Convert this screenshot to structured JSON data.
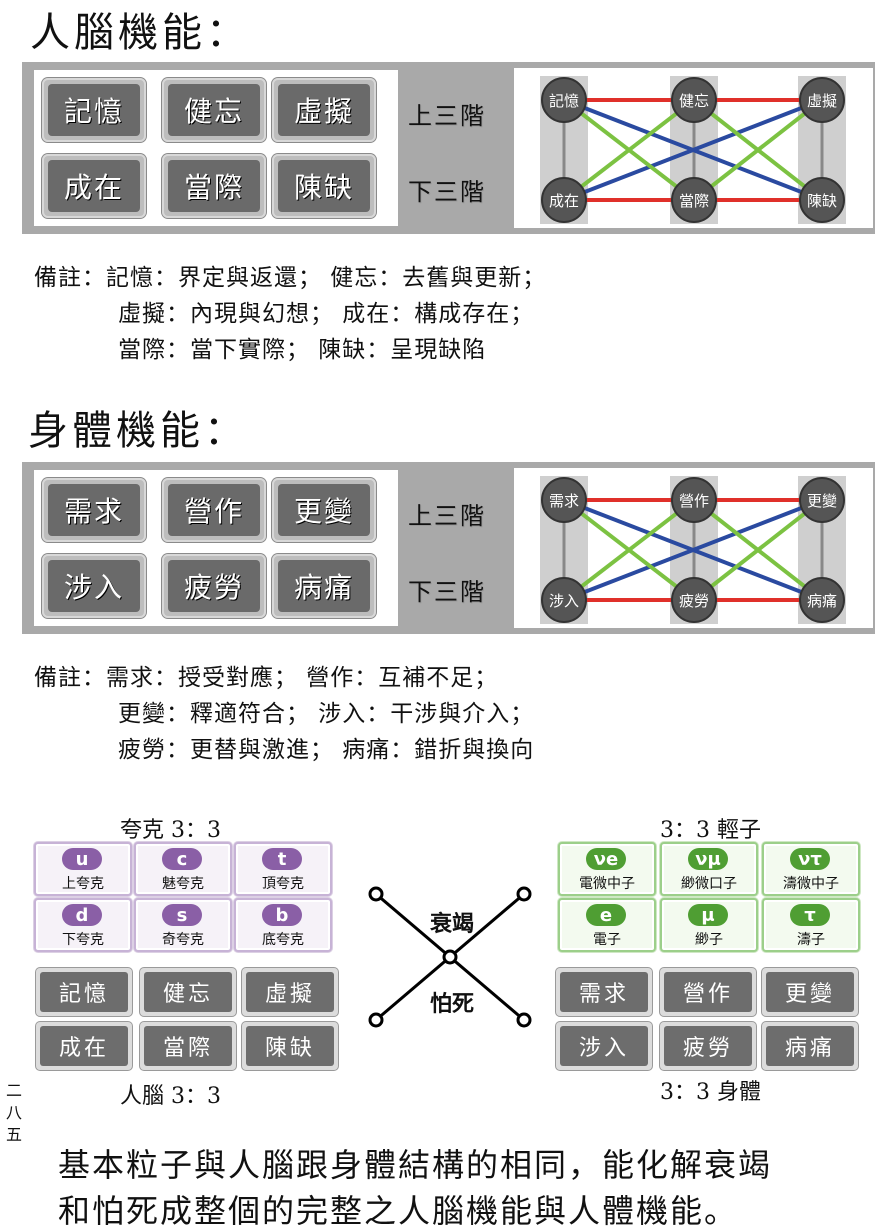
{
  "section1": {
    "heading": "人腦機能：",
    "buttons": [
      "記憶",
      "健忘",
      "虛擬",
      "成在",
      "當際",
      "陳缺"
    ],
    "upper_tier": "上三階",
    "lower_tier": "下三階",
    "diagram_nodes": [
      "記憶",
      "健忘",
      "虛擬",
      "成在",
      "當際",
      "陳缺"
    ],
    "notes": [
      "備註：記憶：界定與返還； 健忘：去舊與更新；",
      "虛擬：內現與幻想； 成在：構成存在；",
      "當際：當下實際； 陳缺：呈現缺陷"
    ]
  },
  "section2": {
    "heading": "身體機能：",
    "buttons": [
      "需求",
      "營作",
      "更變",
      "涉入",
      "疲勞",
      "病痛"
    ],
    "upper_tier": "上三階",
    "lower_tier": "下三階",
    "diagram_nodes": [
      "需求",
      "營作",
      "更變",
      "涉入",
      "疲勞",
      "病痛"
    ],
    "notes": [
      "備註：需求：授受對應； 營作：互補不足；",
      "更變：釋適符合； 涉入：干涉與介入；",
      "疲勞：更替與激進； 病痛：錯折與換向"
    ]
  },
  "section3": {
    "quark_caption": "夸克 3：3",
    "lepton_caption": "3：3 輕子",
    "brain_caption": "人腦 3：3",
    "body_caption": "3：3 身體",
    "quarks": [
      {
        "symbol": "u",
        "name": "上夸克"
      },
      {
        "symbol": "c",
        "name": "魅夸克"
      },
      {
        "symbol": "t",
        "name": "頂夸克"
      },
      {
        "symbol": "d",
        "name": "下夸克"
      },
      {
        "symbol": "s",
        "name": "奇夸克"
      },
      {
        "symbol": "b",
        "name": "底夸克"
      }
    ],
    "leptons": [
      {
        "symbol": "νe",
        "name": "電微中子"
      },
      {
        "symbol": "νμ",
        "name": "緲微口子"
      },
      {
        "symbol": "ντ",
        "name": "濤微中子"
      },
      {
        "symbol": "e",
        "name": "電子"
      },
      {
        "symbol": "μ",
        "name": "緲子"
      },
      {
        "symbol": "τ",
        "name": "濤子"
      }
    ],
    "brain_buttons": [
      "記憶",
      "健忘",
      "虛擬",
      "成在",
      "當際",
      "陳缺"
    ],
    "body_buttons": [
      "需求",
      "營作",
      "更變",
      "涉入",
      "疲勞",
      "病痛"
    ],
    "cross_top": "衰竭",
    "cross_bottom": "怕死"
  },
  "page_number": [
    "二",
    "八",
    "五"
  ],
  "bottom_text": [
    "基本粒子與人腦跟身體結構的相同，能化解衰竭",
    "和怕死成整個的完整之人腦機能與人體機能。"
  ],
  "colors": {
    "panel_gray": "#a9a9a9",
    "red_link": "#e0302a",
    "green_link": "#7cc242",
    "blue_link": "#2a4aa0",
    "quark_purple": "#8a5fa6",
    "lepton_green": "#4f9e33"
  }
}
